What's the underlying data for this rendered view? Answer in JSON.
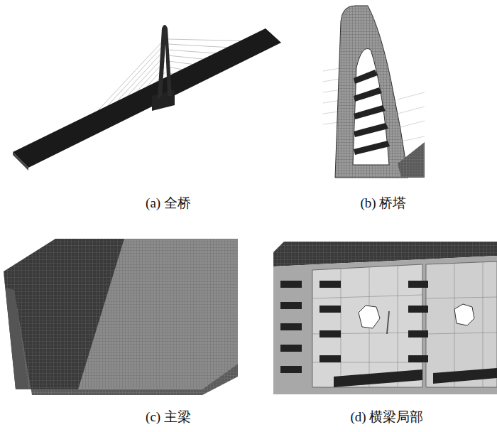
{
  "diagram": {
    "labels": [
      "(a) 全桥",
      "(b) 桥塔",
      "(c) 主梁",
      "(d) 横梁局部"
    ]
  }
}
